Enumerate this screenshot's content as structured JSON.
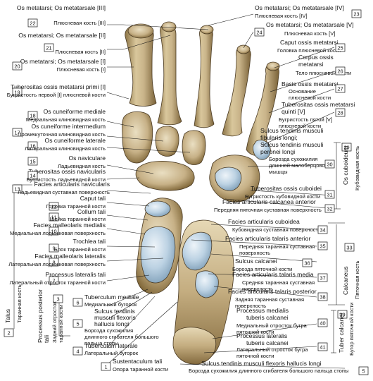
{
  "labels": {
    "l1": {
      "n": "1",
      "lat": "Sustentaculum tali",
      "ru": [
        "Опора таранной кости"
      ]
    },
    "l2": {
      "n": "2",
      "lat": "Talus",
      "ru": [
        "Таранная кость"
      ]
    },
    "l3": {
      "n": "3",
      "lat": "Processus posterior tali",
      "ru": [
        "Задний отросток таранной кости"
      ]
    },
    "l4": {
      "n": "4",
      "lat": "Tuberculum laterale",
      "ru": [
        "Латеральный бугорок"
      ]
    },
    "l5": {
      "n": "5",
      "lat": "Sulcus tendinis musculi flexoris hallucis longi",
      "ru": [
        "Борозда сухожилия длинного сгибателя большого пальца стопы"
      ]
    },
    "l6": {
      "n": "6",
      "lat": "Tuberculum mediale",
      "ru": [
        "Медиальный бугорок"
      ]
    },
    "l7": {
      "n": "7",
      "lat": "Processus lateralis tali",
      "ru": [
        "Латеральный отросток таранной кости"
      ]
    },
    "l8": {
      "n": "8",
      "lat": "Facies malleolaris lateralis",
      "ru": [
        "Латеральная лодыжковая поверхность"
      ]
    },
    "l9": {
      "n": "9",
      "lat": "Trochlea tali",
      "ru": [
        "Блок таранной кости"
      ]
    },
    "l10": {
      "n": "10",
      "lat": "Facies malleolaris medialis",
      "ru": [
        "Медиальная лодыжковая поверхность"
      ]
    },
    "l11": {
      "n": "11",
      "lat": "Collum tali",
      "ru": [
        "Шейка таранной кости"
      ]
    },
    "l12": {
      "n": "12",
      "lat": "Caput tali",
      "ru": [
        "Головка таранной кости"
      ]
    },
    "l13": {
      "n": "13",
      "lat": "Facies articularis navicularis",
      "ru": [
        "Ладьевидная суставная поверхность"
      ]
    },
    "l14": {
      "n": "14",
      "lat": "Tuberositas ossis navicularis",
      "ru": [
        "Бугристость ладьевидной кости"
      ]
    },
    "l15": {
      "n": "15",
      "lat": "Os naviculare",
      "ru": [
        "Ладьевидная кость"
      ]
    },
    "l16": {
      "n": "16",
      "lat": "Os cuneiforme laterale",
      "ru": [
        "Латеральная клиновидная кость"
      ]
    },
    "l17": {
      "n": "17",
      "lat": "Os cuneiforme intermedium",
      "ru": [
        "Промежуточная клиновидная кость"
      ]
    },
    "l18": {
      "n": "18",
      "lat": "Os cuneiforme mediale",
      "ru": [
        "Медиальная клиновидная кость"
      ]
    },
    "l19": {
      "n": "19",
      "lat": "Tuberositas ossis metatarsi primi [I]",
      "ru": [
        "Бугристость первой [I] плюсневой кости"
      ]
    },
    "l20": {
      "n": "20",
      "lat": "Os metatarsi; Os metatarsale [I]",
      "ru": [
        "Плюсневая кость [I]"
      ]
    },
    "l21": {
      "n": "21",
      "lat": "Os metatarsi; Os metatarsale [II]",
      "ru": [
        "Плюсневая кость [II]"
      ]
    },
    "l22": {
      "n": "22",
      "lat": "Os metatarsi; Os metatarsale [III]",
      "ru": [
        "Плюсневая кость [III]"
      ]
    },
    "l23": {
      "n": "23",
      "lat": "Os metatarsi; Os metatarsale [IV]",
      "ru": [
        "Плюсневая кость [IV]"
      ]
    },
    "l24": {
      "n": "24",
      "lat": "Os metatarsi; Os metatarsale [V]",
      "ru": [
        "Плюсневая кость [V]"
      ]
    },
    "l25": {
      "n": "25",
      "lat": "Caput ossis metatarsi",
      "ru": [
        "Головка плюсневой кости"
      ]
    },
    "l26": {
      "n": "26",
      "lat": "Corpus ossis metatarsi",
      "ru": [
        "Тело плюсневой кости"
      ]
    },
    "l27": {
      "n": "27",
      "lat": "Basis ossis metatarsi",
      "ru": [
        "Основание плюсневой кости"
      ]
    },
    "l28": {
      "n": "28",
      "lat": "Tuberositas ossis metatarsi quinti [V]",
      "ru": [
        "Бугристость пятой [V] плюсневой кости"
      ]
    },
    "l29": {
      "n": "29",
      "lat": "Os cuboideum",
      "ru": [
        "Кубовидная кость"
      ]
    },
    "l30": {
      "n": "30",
      "lat": "Sulcus tendinis musculi fibularis longi; Sulcus tendinis musculi peronei longi",
      "ru": [
        "Борозда сухожилия длинной малоберцовой мышцы"
      ]
    },
    "l31": {
      "n": "31",
      "lat": "Tuberositas ossis cuboidei",
      "ru": [
        "Бугристость кубовидной кости"
      ]
    },
    "l32": {
      "n": "32",
      "lat": "Facies articularis calcanea anterior",
      "ru": [
        "Передняя пяточная суставная поверхность"
      ]
    },
    "l33": {
      "n": "33",
      "lat": "Calcaneus",
      "ru": [
        "Пяточная кость"
      ]
    },
    "l34": {
      "n": "34",
      "lat": "Facies articularis cuboidea",
      "ru": [
        "Кубовидная суставная поверхность"
      ]
    },
    "l35": {
      "n": "35",
      "lat": "Facies articularis talaris anterior",
      "ru": [
        "Передняя таранная суставная поверхность"
      ]
    },
    "l36": {
      "n": "36",
      "lat": "Sulcus calcanei",
      "ru": [
        "Борозда пяточной кости"
      ]
    },
    "l37": {
      "n": "37",
      "lat": "Facies articularis talaris media",
      "ru": [
        "Средняя таранная суставная поверхность"
      ]
    },
    "l38": {
      "n": "38",
      "lat": "Facies articularis talaris posterior",
      "ru": [
        "Задняя таранная суставная поверхность"
      ]
    },
    "l39": {
      "n": "39",
      "lat": "Tuber calcanei",
      "ru": [
        "Бугор пяточной кости"
      ]
    },
    "l40": {
      "n": "40",
      "lat": "Processus medialis tuberis calcanei",
      "ru": [
        "Медиальный отросток бугра пяточной кости"
      ]
    },
    "l41": {
      "n": "41",
      "lat": "Processus lateralis tuberis calcanei",
      "ru": [
        "Латеральный отросток бугра пяточной кости"
      ]
    }
  },
  "colors": {
    "bone": "#c9b48a",
    "bone_light": "#e6d8b5",
    "bone_dark": "#8c7446",
    "cartilage": "#a9c4d8",
    "cartilage_light": "#dbe8f2"
  }
}
